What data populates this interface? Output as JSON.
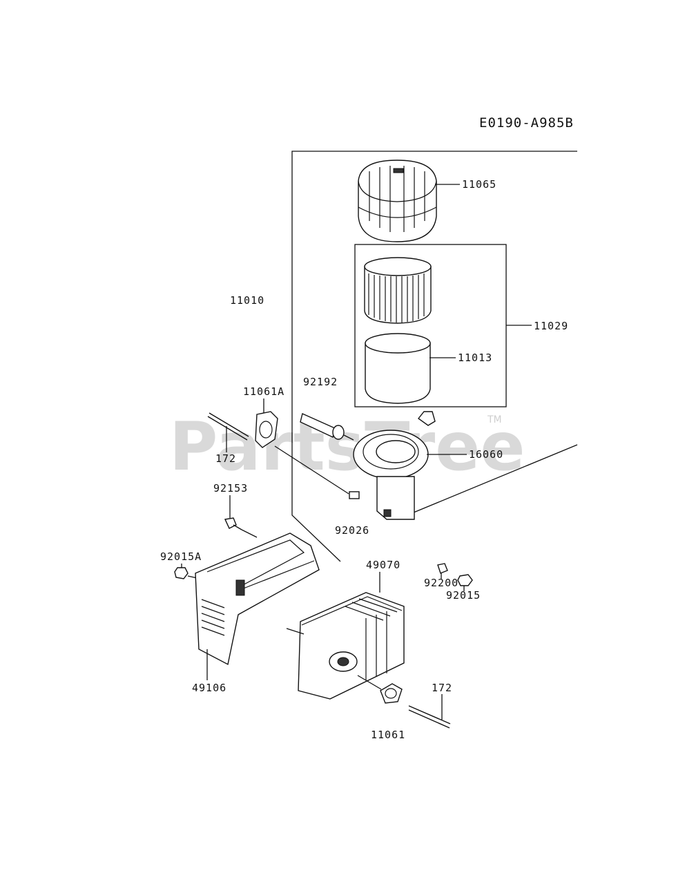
{
  "diagram": {
    "code": "E0190-A985B",
    "watermark": "PartsTree",
    "trademark": "TM",
    "labels": {
      "p11065": "11065",
      "p11010": "11010",
      "p11029": "11029",
      "p11013": "11013",
      "p92192": "92192",
      "p11061A": "11061A",
      "p172_top": "172",
      "p16060": "16060",
      "p92153": "92153",
      "p92026": "92026",
      "p92015A": "92015A",
      "p49070": "49070",
      "p92200": "92200",
      "p92015": "92015",
      "p49106": "49106",
      "p172_bottom": "172",
      "p11061": "11061"
    }
  }
}
